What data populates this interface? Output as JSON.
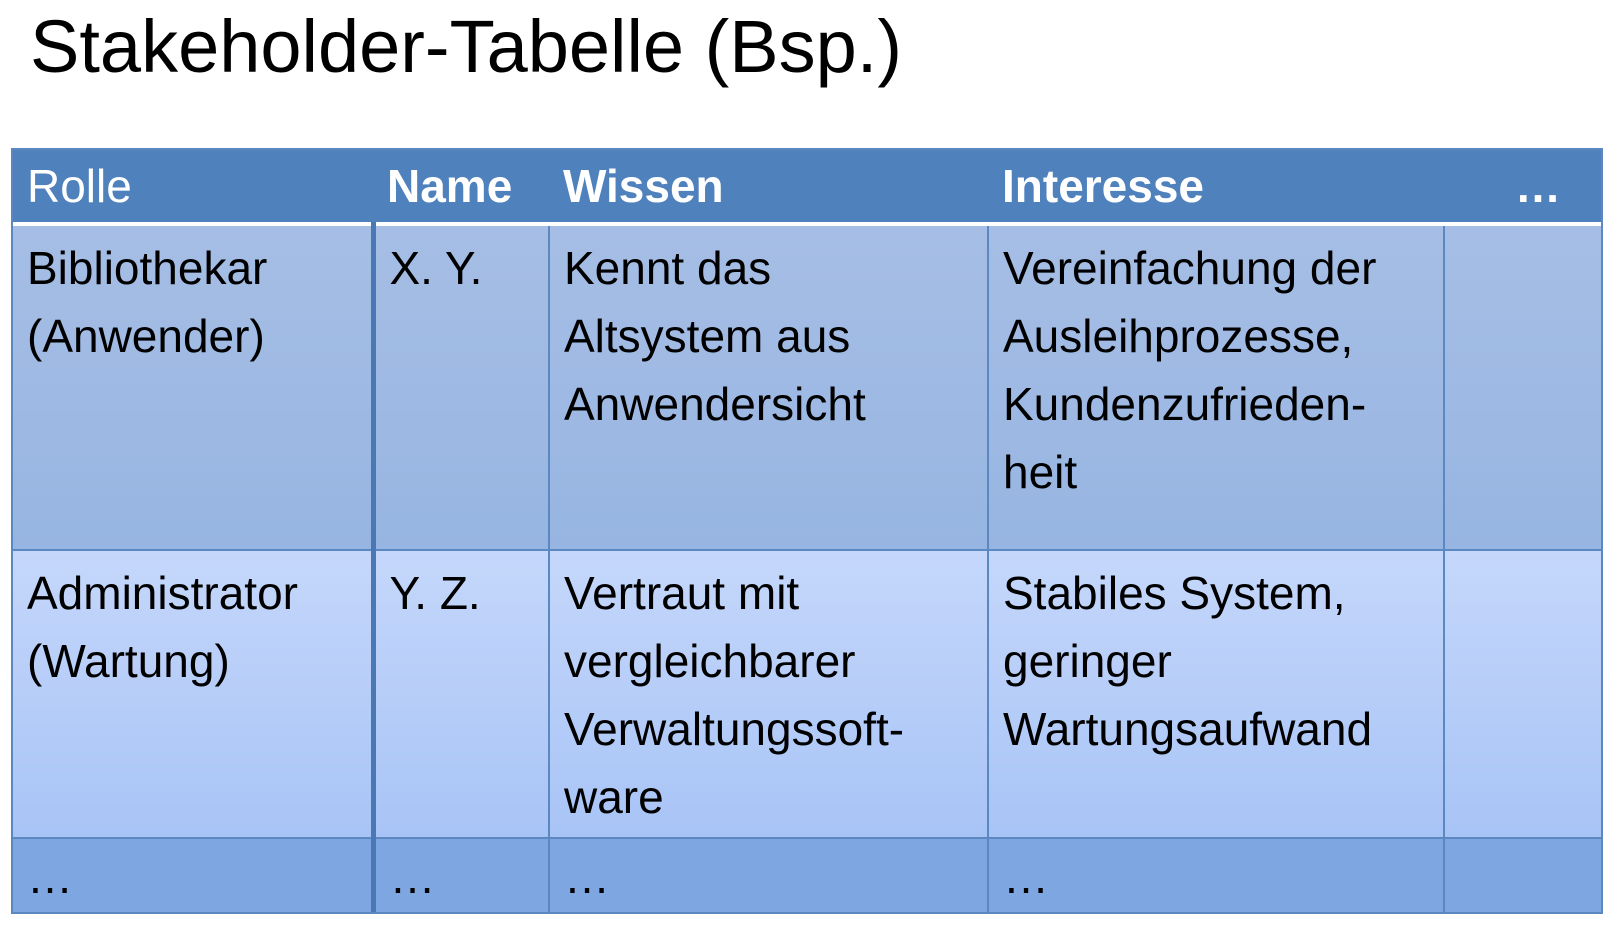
{
  "title": "Stakeholder-Tabelle (Bsp.)",
  "table": {
    "headers": [
      "Rolle",
      "Name",
      "Wissen",
      "Interesse",
      "…"
    ],
    "rows": [
      {
        "rolle": [
          "Bibliothekar",
          "(Anwender)"
        ],
        "name": [
          "X. Y."
        ],
        "wissen": [
          "Kennt das",
          "Altsystem aus",
          "Anwendersicht"
        ],
        "interesse": [
          "Vereinfachung der",
          "Ausleihprozesse,",
          "Kundenzufrieden-",
          "heit"
        ],
        "more": []
      },
      {
        "rolle": [
          "Administrator",
          "(Wartung)"
        ],
        "name": [
          "Y. Z."
        ],
        "wissen": [
          "Vertraut mit",
          "vergleichbarer",
          "Verwaltungssoft-",
          "ware"
        ],
        "interesse": [
          "Stabiles System,",
          "geringer",
          "Wartungsaufwand"
        ],
        "more": []
      },
      {
        "rolle": [
          "…"
        ],
        "name": [
          "…"
        ],
        "wissen": [
          "…"
        ],
        "interesse": [
          "…"
        ],
        "more": []
      }
    ]
  }
}
